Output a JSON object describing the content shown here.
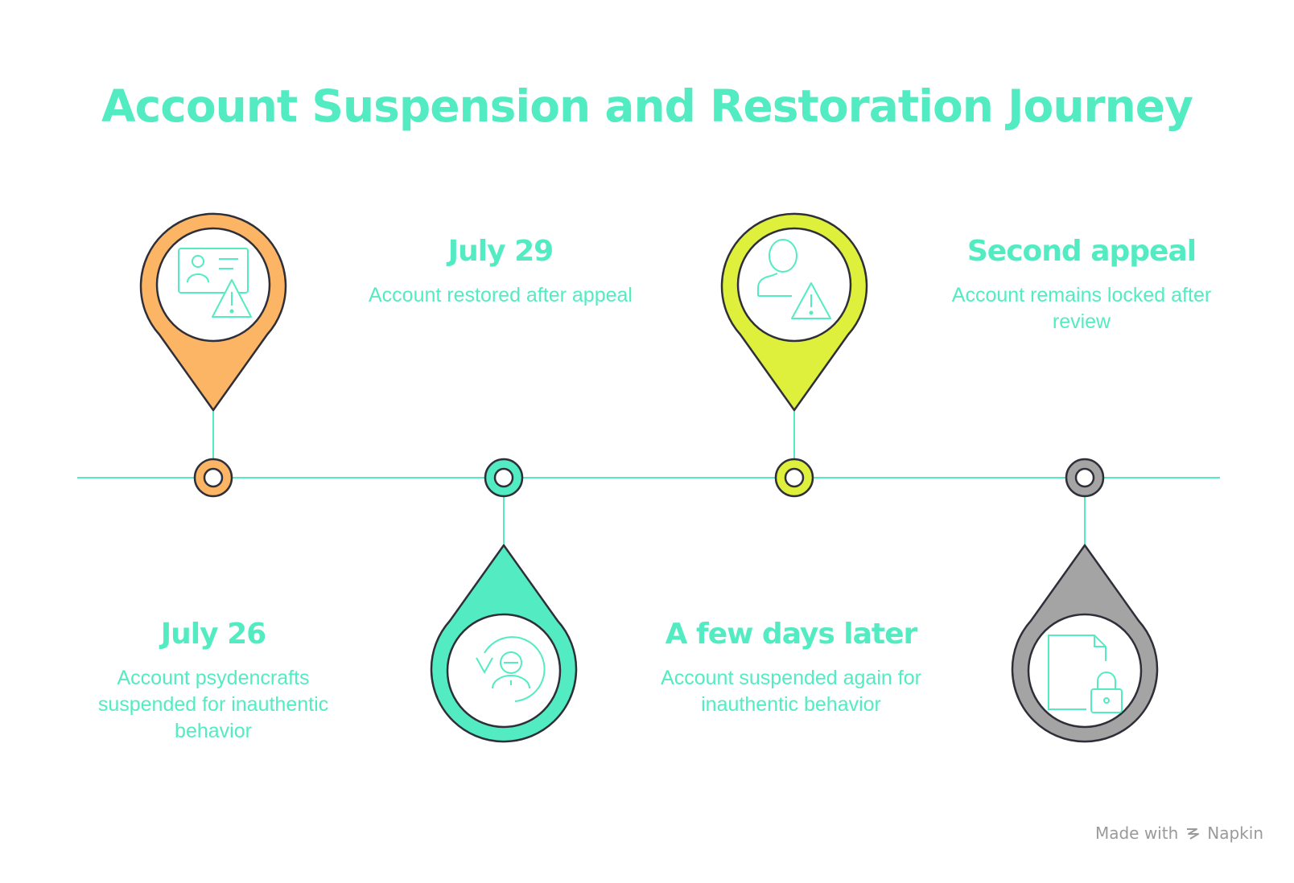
{
  "title": "Account Suspension and Restoration Journey",
  "colors": {
    "accent_text": "#53ecc2",
    "timeline_line": "#53ecc2",
    "outline": "#2f2f3a",
    "watermark": "#9a9a9a"
  },
  "events": [
    {
      "heading": "July 26",
      "description": "Account psydencrafts suspended for inauthentic behavior",
      "marker_color": "#fcb564",
      "icon": "id-card-warning-icon",
      "pin_side": "above"
    },
    {
      "heading": "July 29",
      "description": "Account restored after appeal",
      "marker_color": "#53ecc2",
      "icon": "user-restore-icon",
      "pin_side": "below"
    },
    {
      "heading": "A few days later",
      "description": "Account suspended again for inauthentic behavior",
      "marker_color": "#def03b",
      "icon": "user-warning-icon",
      "pin_side": "above"
    },
    {
      "heading": "Second appeal",
      "description": "Account remains locked after review",
      "marker_color": "#a4a4a4",
      "icon": "locked-document-icon",
      "pin_side": "below"
    }
  ],
  "watermark": {
    "prefix": "Made with",
    "brand": "Napkin",
    "icon": "napkin-logo-icon"
  }
}
